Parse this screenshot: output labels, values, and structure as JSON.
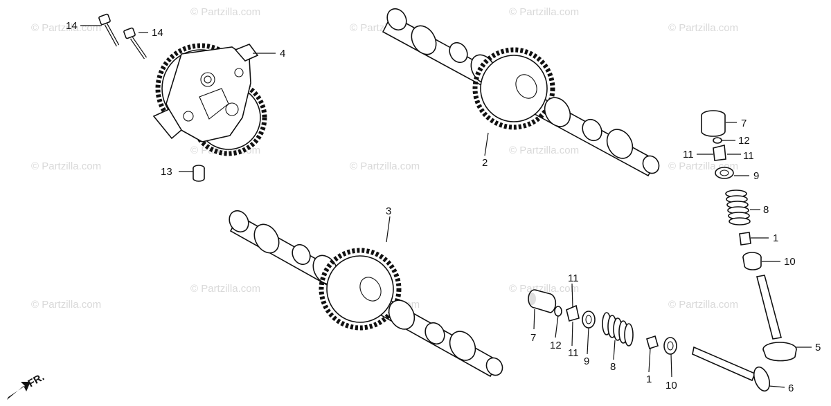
{
  "watermark": "© Partzilla.com",
  "direction_label": "FR.",
  "callouts": {
    "c1a": "1",
    "c1b": "1",
    "c2": "2",
    "c3": "3",
    "c4": "4",
    "c5": "5",
    "c6": "6",
    "c7a": "7",
    "c7b": "7",
    "c8a": "8",
    "c8b": "8",
    "c9a": "9",
    "c9b": "9",
    "c10a": "10",
    "c10b": "10",
    "c11a": "11",
    "c11b": "11",
    "c11c": "11",
    "c11d": "11",
    "c12a": "12",
    "c12b": "12",
    "c13": "13",
    "c14a": "14",
    "c14b": "14"
  }
}
